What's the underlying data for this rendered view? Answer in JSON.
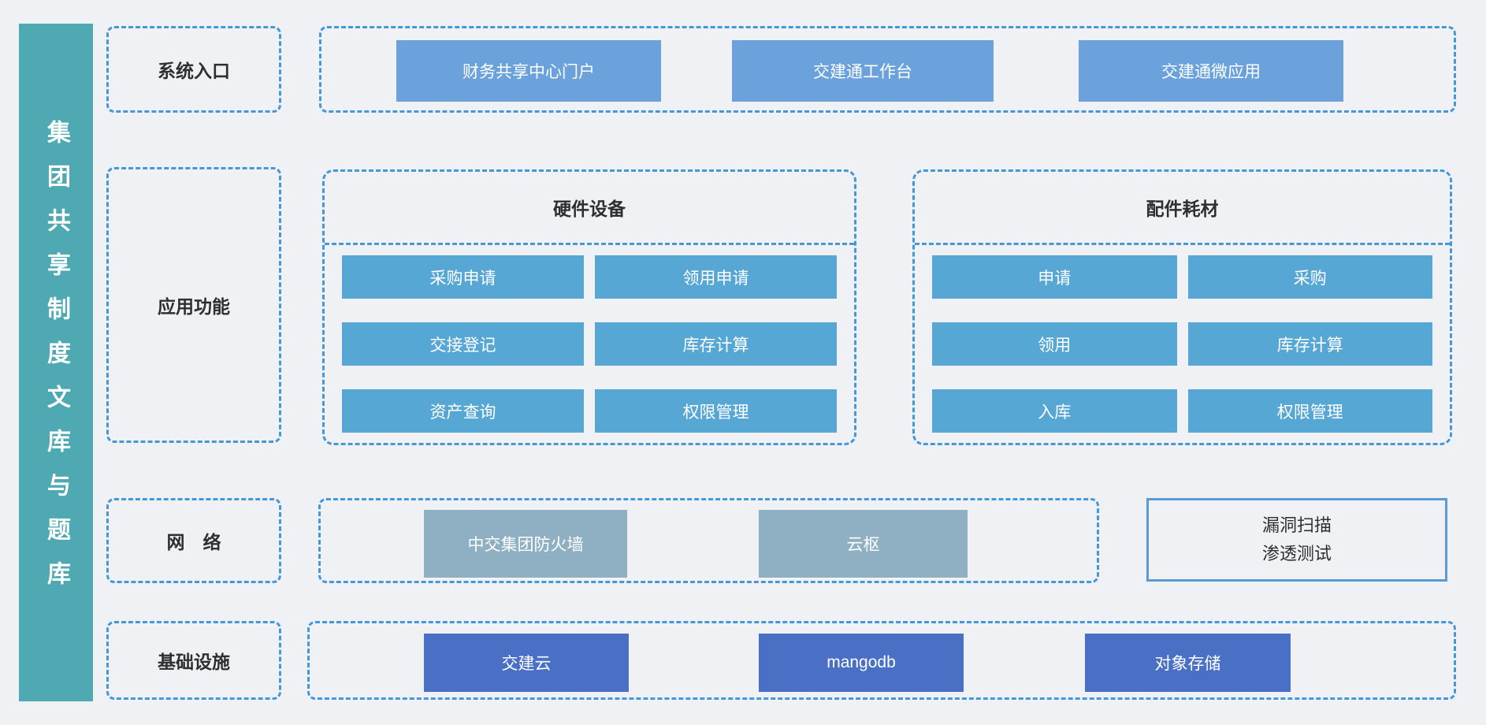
{
  "colors": {
    "page_bg": "#f0f1f4",
    "banner_teal": "#4FA9B2",
    "entry_button_blue": "#6CA2DB",
    "app_button_blue": "#57A7D5",
    "network_button_grayblue": "#8FB0C3",
    "infra_button_royalblue": "#4A70C5",
    "dashed_border_blue": "#4598D8",
    "solid_border_blue": "#5B9BD5",
    "label_text": "#2f2f2f",
    "button_text": "#ffffff"
  },
  "sidebar": {
    "title": "集团共享制度文库与题库"
  },
  "rows": {
    "entry": {
      "label": "系统入口",
      "buttons": [
        "财务共享中心门户",
        "交建通工作台",
        "交建通微应用"
      ]
    },
    "apps": {
      "label": "应用功能",
      "groups": [
        {
          "title": "硬件设备",
          "buttons": [
            "采购申请",
            "领用申请",
            "交接登记",
            "库存计算",
            "资产查询",
            "权限管理"
          ]
        },
        {
          "title": "配件耗材",
          "buttons": [
            "申请",
            "采购",
            "领用",
            "库存计算",
            "入库",
            "权限管理"
          ]
        }
      ]
    },
    "network": {
      "label": "网　络",
      "buttons": [
        "中交集团防火墙",
        "云枢"
      ],
      "security_box": {
        "line1": "漏洞扫描",
        "line2": "渗透测试"
      }
    },
    "infra": {
      "label": "基础设施",
      "buttons": [
        "交建云",
        "mangodb",
        "对象存储"
      ]
    }
  }
}
